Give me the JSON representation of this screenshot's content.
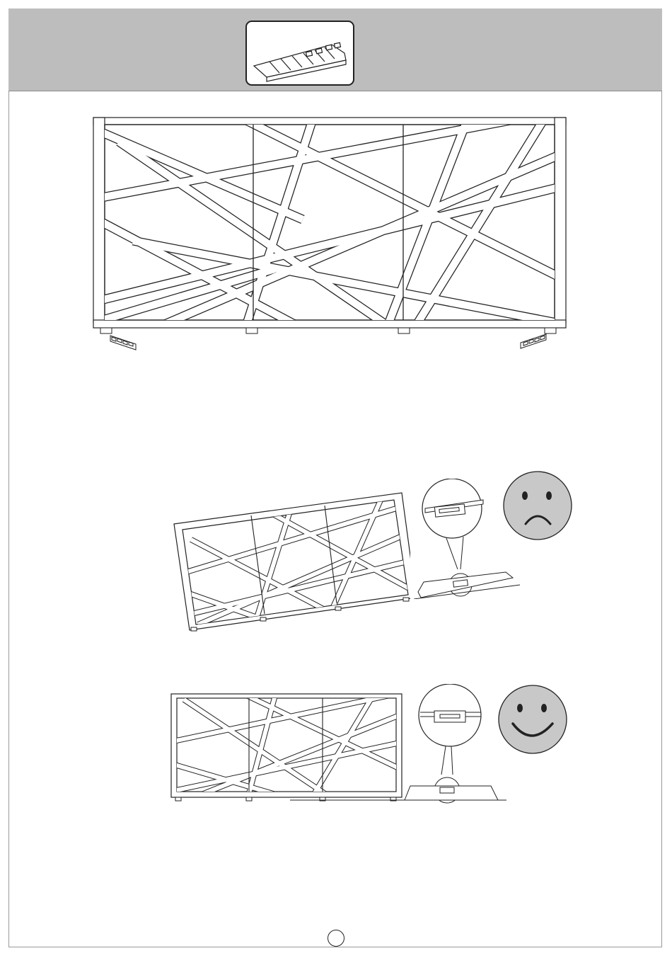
{
  "header": {
    "part_icon": "wedge-shim-icon"
  },
  "illustrations": {
    "main": "sideboard-front-with-shims",
    "uneven": "sideboard-tilted-on-uneven-floor",
    "level": "sideboard-level-after-shims"
  },
  "feedback": {
    "sad_icon": "sad-face-icon",
    "happy_icon": "happy-face-icon",
    "face_fill": "#c8c8c8"
  },
  "footer": {
    "page_number": ""
  }
}
